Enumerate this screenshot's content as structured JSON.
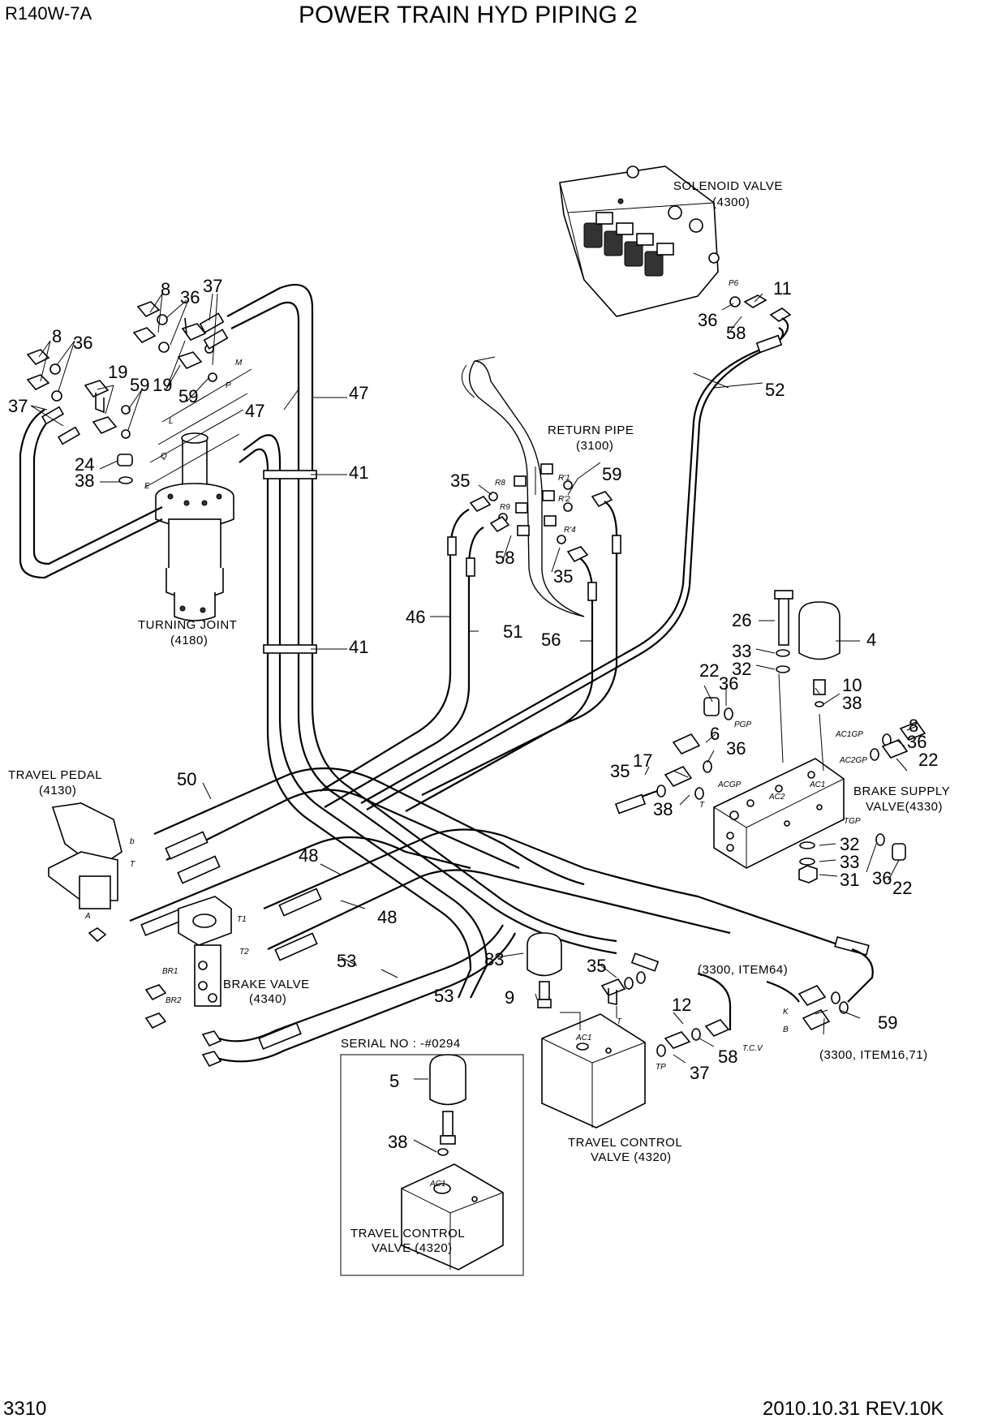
{
  "header": {
    "model": "R140W-7A",
    "title": "POWER TRAIN HYD PIPING 2"
  },
  "footer": {
    "page_number": "3310",
    "revision": "2010.10.31 REV.10K"
  },
  "component_labels": {
    "solenoid_valve": [
      "SOLENOID VALVE",
      "(4300)"
    ],
    "return_pipe": [
      "RETURN PIPE",
      "(3100)"
    ],
    "turning_joint": [
      "TURNING JOINT",
      "(4180)"
    ],
    "travel_pedal": [
      "TRAVEL PEDAL",
      "(4130)"
    ],
    "brake_valve": [
      "BRAKE VALVE",
      "(4340)"
    ],
    "brake_supply_valve": [
      "BRAKE SUPPLY",
      "VALVE(4330)"
    ],
    "travel_control_valve": [
      "TRAVEL CONTROL",
      "VALVE (4320)"
    ],
    "travel_control_valve_inset": [
      "TRAVEL CONTROL",
      "VALVE (4320)"
    ],
    "ref_item64": "(3300, ITEM64)",
    "ref_item16_71": "(3300, ITEM16,71)"
  },
  "serial_inset": {
    "title": "SERIAL NO : -#0294"
  },
  "callouts": [
    "8",
    "36",
    "37",
    "8",
    "36",
    "19",
    "59",
    "19",
    "59",
    "37",
    "24",
    "38",
    "47",
    "47",
    "41",
    "41",
    "11",
    "36",
    "58",
    "52",
    "35",
    "58",
    "59",
    "35",
    "46",
    "51",
    "56",
    "26",
    "4",
    "33",
    "32",
    "10",
    "38",
    "22",
    "36",
    "6",
    "36",
    "8",
    "36",
    "22",
    "17",
    "35",
    "38",
    "32",
    "33",
    "31",
    "36",
    "22",
    "50",
    "48",
    "48",
    "53",
    "53",
    "83",
    "35",
    "9",
    "12",
    "58",
    "37",
    "59",
    "5",
    "38"
  ],
  "port_marks": [
    "P6",
    "R8",
    "R9",
    "R'1",
    "R'2",
    "R'4",
    "M",
    "P",
    "L",
    "Q",
    "E",
    "b",
    "T",
    "A",
    "T1",
    "T2",
    "BR1",
    "BR2",
    "PGP",
    "AC1GP",
    "AC2GP",
    "ACGP",
    "AC1",
    "AC2",
    "T",
    "TGP",
    "T",
    "TP",
    "AC1",
    "K",
    "B",
    "T.C.V",
    "AC1"
  ]
}
